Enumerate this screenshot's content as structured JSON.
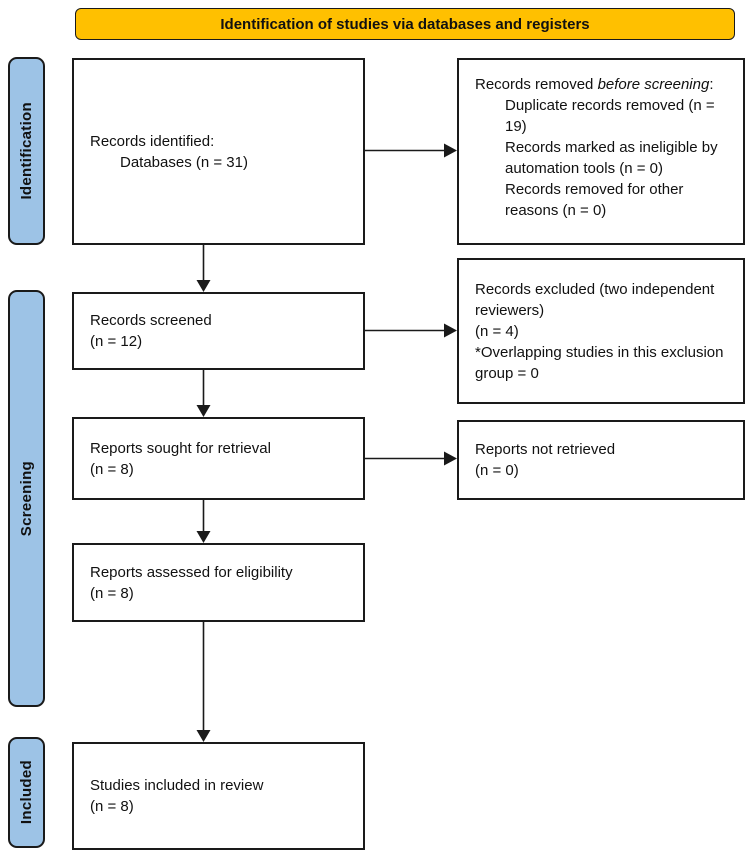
{
  "header": {
    "title": "Identification of studies via databases and registers"
  },
  "colors": {
    "banner_bg": "#FFC000",
    "stage_bg": "#9DC3E6",
    "border": "#1a1a1a",
    "box_bg": "#ffffff"
  },
  "sidebar": {
    "stages": [
      {
        "label": "Identification"
      },
      {
        "label": "Screening"
      },
      {
        "label": "Included"
      }
    ]
  },
  "flow": {
    "identified": {
      "line1": "Records identified:",
      "line2": "Databases (n = 31)"
    },
    "removed_before_screening": {
      "intro_plain": "Records removed ",
      "intro_italic": "before screening",
      "intro_suffix": ":",
      "items": [
        "Duplicate records removed (n = 19)",
        "Records marked as ineligible by automation tools (n = 0)",
        "Records removed for other reasons (n = 0)"
      ]
    },
    "screened": {
      "line1": "Records screened",
      "line2": "(n = 12)"
    },
    "excluded": {
      "line1": "Records excluded (two independent reviewers)",
      "line2": "(n = 4)",
      "line3": "*Overlapping studies in this exclusion group = 0"
    },
    "sought": {
      "line1": "Reports sought for retrieval",
      "line2": "(n = 8)"
    },
    "not_retrieved": {
      "line1": "Reports not retrieved",
      "line2": "(n = 0)"
    },
    "assessed": {
      "line1": "Reports assessed for eligibility",
      "line2": "(n = 8)"
    },
    "included_in_review": {
      "line1": "Studies included in review",
      "line2": "(n = 8)"
    }
  }
}
